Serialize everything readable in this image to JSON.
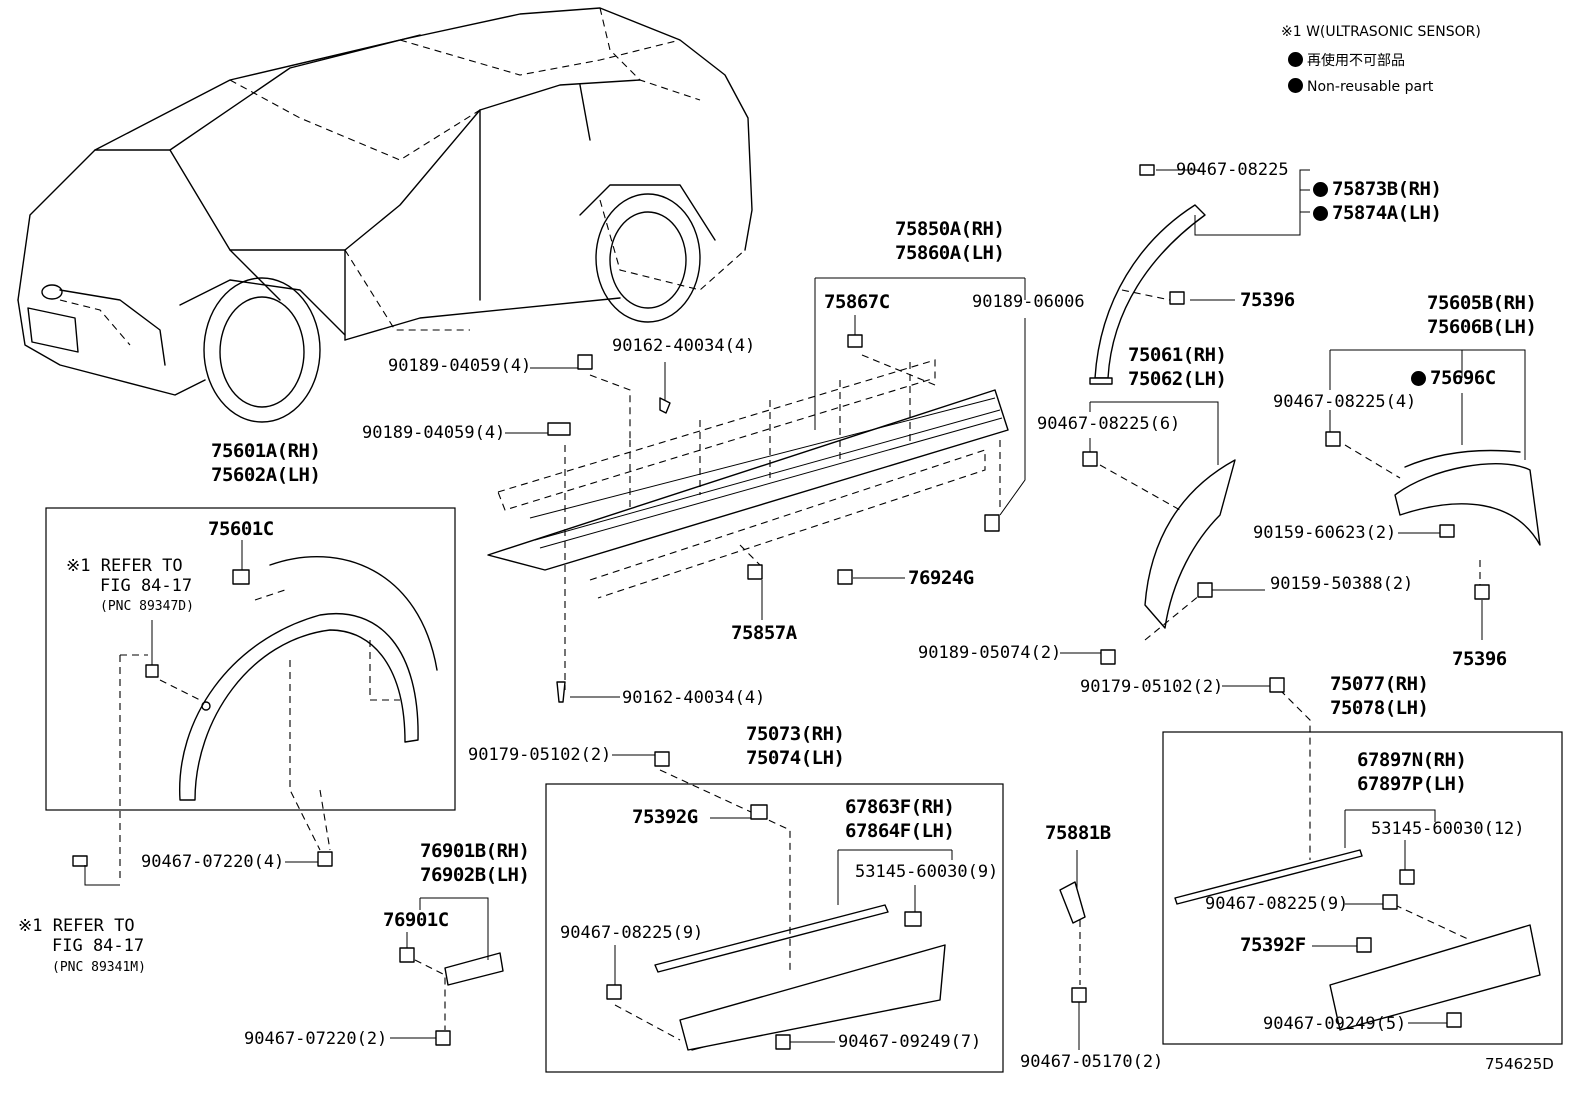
{
  "notes": {
    "line1": "※1 W(ULTRASONIC SENSOR)",
    "line2": "再使用不可部品",
    "line3": "Non-reusable part"
  },
  "diagram_id": "754625D",
  "refer_note_1": [
    "※1 REFER TO",
    "FIG 84-17",
    "(PNC 89347D)"
  ],
  "refer_note_2": [
    "※1 REFER TO",
    "FIG 84-17",
    "(PNC 89341M)"
  ],
  "labels": {
    "p90467_08225_top": "90467-08225",
    "p75873B": "75873B(RH)",
    "p75874A": "75874A(LH)",
    "p75850A": "75850A(RH)",
    "p75860A": "75860A(LH)",
    "p75867C": "75867C",
    "p90189_06006": "90189-06006",
    "p75396_a": "75396",
    "p75605B": "75605B(RH)",
    "p75606B": "75606B(LH)",
    "p90189_04059_a": "90189-04059(4)",
    "p90162_40034_a": "90162-40034(4)",
    "p75061": "75061(RH)",
    "p75062": "75062(LH)",
    "p75696C": "75696C",
    "p90467_08225_4": "90467-08225(4)",
    "p90189_04059_b": "90189-04059(4)",
    "p90467_08225_6": "90467-08225(6)",
    "p75601A": "75601A(RH)",
    "p75602A": "75602A(LH)",
    "p90159_60623": "90159-60623(2)",
    "p75601C": "75601C",
    "p76924G": "76924G",
    "p90159_50388": "90159-50388(2)",
    "p75857A": "75857A",
    "p90189_05074": "90189-05074(2)",
    "p75396_b": "75396",
    "p90162_40034_b": "90162-40034(4)",
    "p90179_05102_a": "90179-05102(2)",
    "p75077": "75077(RH)",
    "p75078": "75078(LH)",
    "p90179_05102_b": "90179-05102(2)",
    "p75073": "75073(RH)",
    "p75074": "75074(LH)",
    "p67897N": "67897N(RH)",
    "p67897P": "67897P(LH)",
    "p75392G": "75392G",
    "p67863F": "67863F(RH)",
    "p67864F": "67864F(LH)",
    "p75881B": "75881B",
    "p53145_60030_12": "53145-60030(12)",
    "p90467_07220_4": "90467-07220(4)",
    "p76901B": "76901B(RH)",
    "p76902B": "76902B(LH)",
    "p53145_60030_9": "53145-60030(9)",
    "p90467_08225_9a": "90467-08225(9)",
    "p90467_08225_9b": "90467-08225(9)",
    "p76901C": "76901C",
    "p75392F": "75392F",
    "p90467_09249_7": "90467-09249(7)",
    "p90467_09249_5": "90467-09249(5)",
    "p90467_07220_2": "90467-07220(2)",
    "p90467_05170": "90467-05170(2)"
  }
}
